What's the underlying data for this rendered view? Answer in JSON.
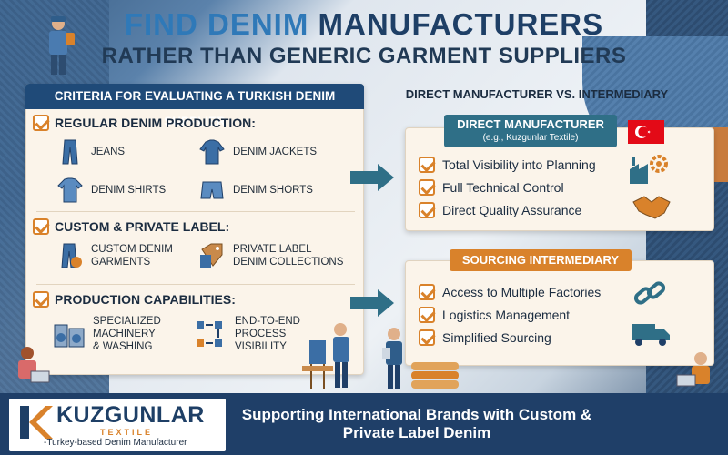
{
  "headline": {
    "title_highlight": "FIND DENIM",
    "title_rest": " MANUFACTURERS",
    "subtitle": "RATHER THAN GENERIC GARMENT SUPPLIERS"
  },
  "criteria": {
    "header": "CRITERIA FOR EVALUATING A TURKISH DENIM SUPPLIER",
    "sections": [
      {
        "title": "REGULAR DENIM PRODUCTION:",
        "items": [
          {
            "label": "JEANS",
            "icon": "jeans-icon"
          },
          {
            "label": "DENIM JACKETS",
            "icon": "jacket-icon"
          },
          {
            "label": "DENIM SHIRTS",
            "icon": "shirt-icon"
          },
          {
            "label": "DENIM SHORTS",
            "icon": "shorts-icon"
          }
        ]
      },
      {
        "title": "CUSTOM & PRIVATE LABEL:",
        "items": [
          {
            "label1": "CUSTOM DENIM",
            "label2": "GARMENTS",
            "icon": "custom-jeans-icon"
          },
          {
            "label1": "PRIVATE LABEL",
            "label2": "DENIM COLLECTIONS",
            "icon": "label-tag-icon"
          }
        ]
      },
      {
        "title": "PRODUCTION CAPABILITIES:",
        "items": [
          {
            "label1": "SPECIALIZED",
            "label2": "MACHINERY",
            "label3": "& WASHING",
            "icon": "machinery-icon"
          },
          {
            "label1": "END-TO-END",
            "label2": "PROCESS",
            "label3": "VISIBILITY",
            "icon": "process-flow-icon"
          }
        ]
      }
    ]
  },
  "comparison": {
    "header": "DIRECT MANUFACTURER VS. INTERMEDIARY",
    "direct": {
      "label": "DIRECT MANUFACTURER",
      "sublabel": "(e.g., Kuzgunlar Textile)",
      "rows": [
        "Total Visibility into Planning",
        "Full Technical Control",
        "Direct Quality Assurance"
      ]
    },
    "intermediary": {
      "label": "SOURCING INTERMEDIARY",
      "rows": [
        "Access to Multiple Factories",
        "Logistics Management",
        "Simplified Sourcing"
      ]
    }
  },
  "footer": {
    "brand": "KUZGUNLAR",
    "brand_sub": "TEXTILE",
    "tagline": "-Turkey-based Denim Manufacturer",
    "message_line1": "Supporting International Brands with Custom &",
    "message_line2": "Private Label Denim"
  },
  "colors": {
    "navy": "#1f4a78",
    "teal": "#2f6f87",
    "orange": "#d9822b",
    "cream": "#fbf4ea"
  }
}
